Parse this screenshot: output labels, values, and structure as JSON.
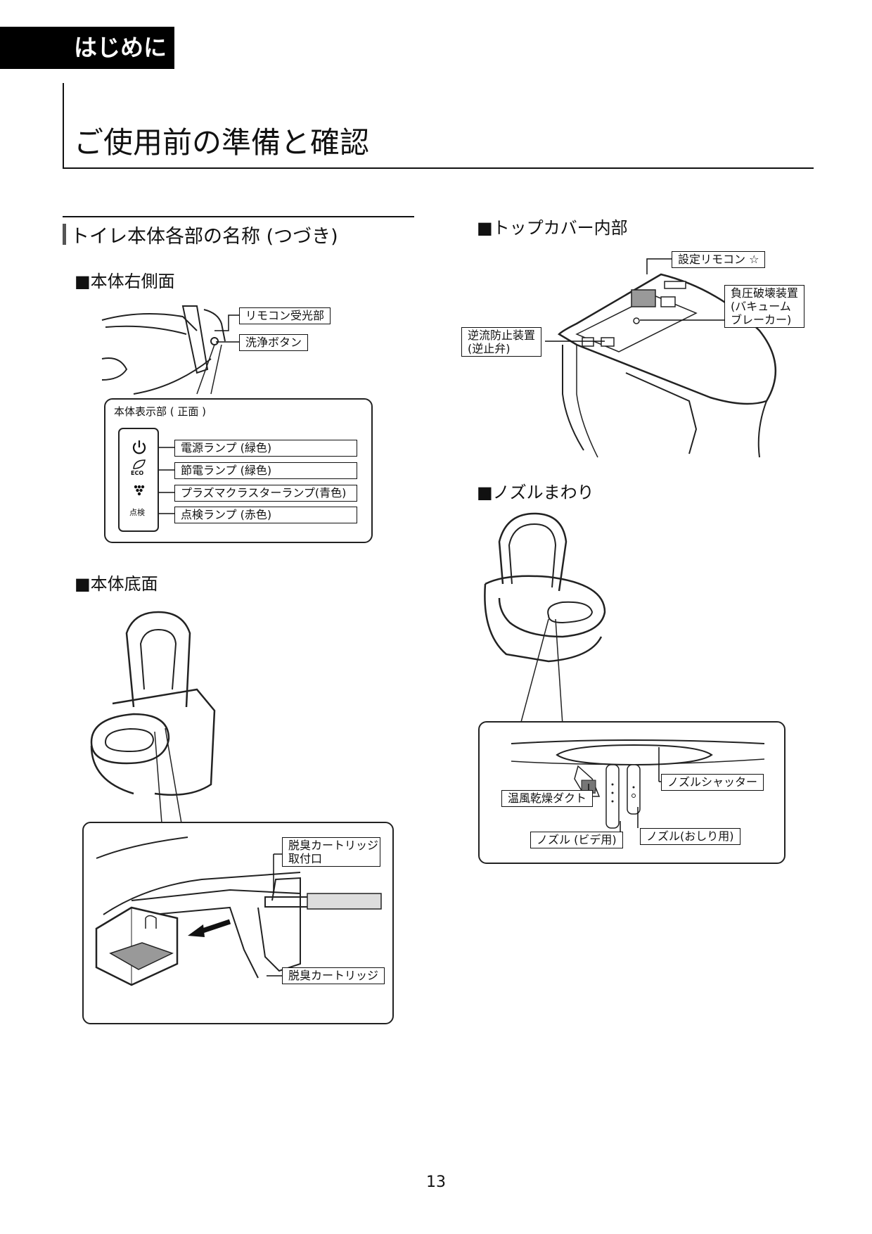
{
  "header": {
    "tab": "はじめに",
    "page_title": "ご使用前の準備と確認"
  },
  "section": {
    "title": "トイレ本体各部の名称 (つづき)"
  },
  "right_side": {
    "heading": "■本体右側面",
    "remote_receiver": "リモコン受光部",
    "flush_button": "洗浄ボタン",
    "display_title": "本体表示部 ( 正面 )",
    "power_lamp": "電源ランプ (緑色)",
    "eco_lamp": "節電ランプ (緑色)",
    "plasma_lamp": "プラズマクラスターランプ(青色)",
    "check_lamp": "点検ランプ (赤色)",
    "eco_text": "ECO",
    "check_text": "点検"
  },
  "bottom": {
    "heading": "■本体底面",
    "cartridge_port": "脱臭カートリッジ\n取付口",
    "cartridge": "脱臭カートリッジ"
  },
  "top_cover": {
    "heading": "■トップカバー内部",
    "settings_remote": "設定リモコン ☆",
    "vacuum_breaker": "負圧破壊装置\n(バキューム\nブレーカー)",
    "backflow_device": "逆流防止装置\n(逆止弁)"
  },
  "nozzle": {
    "heading": "■ノズルまわり",
    "shutter": "ノズルシャッター",
    "dryer_duct": "温風乾燥ダクト",
    "bidet_nozzle": "ノズル (ビデ用)",
    "washlet_nozzle": "ノズル(おしり用)"
  },
  "page_number": "13"
}
